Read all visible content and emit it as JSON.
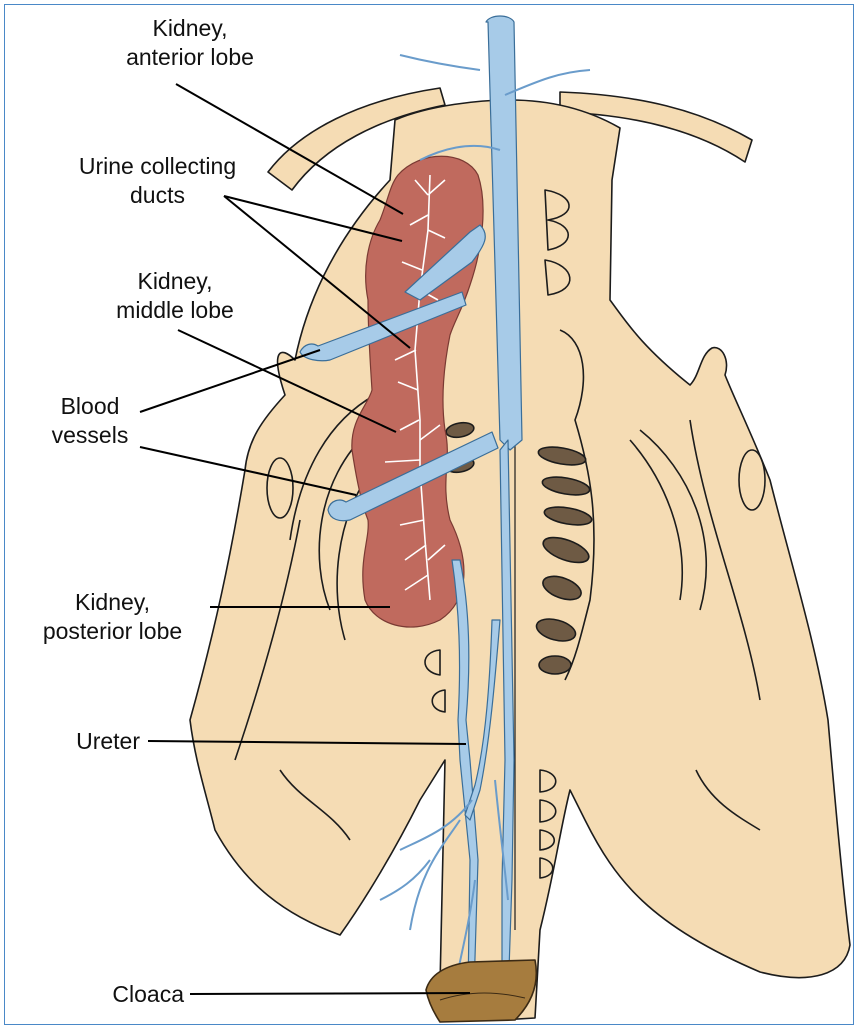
{
  "labels": {
    "kidney_anterior": [
      "Kidney,",
      "anterior lobe"
    ],
    "urine_ducts": [
      "Urine collecting",
      "ducts"
    ],
    "kidney_middle": [
      "Kidney,",
      "middle lobe"
    ],
    "blood_vessels": [
      "Blood",
      "vessels"
    ],
    "kidney_posterior": [
      "Kidney,",
      "posterior lobe"
    ],
    "ureter": "Ureter",
    "cloaca": "Cloaca"
  },
  "colors": {
    "bone": "#f5dcb4",
    "kidney": "#c06a5e",
    "vessel": "#a7cbe8",
    "cloaca": "#a67c3e",
    "frame": "#4a88c7"
  }
}
